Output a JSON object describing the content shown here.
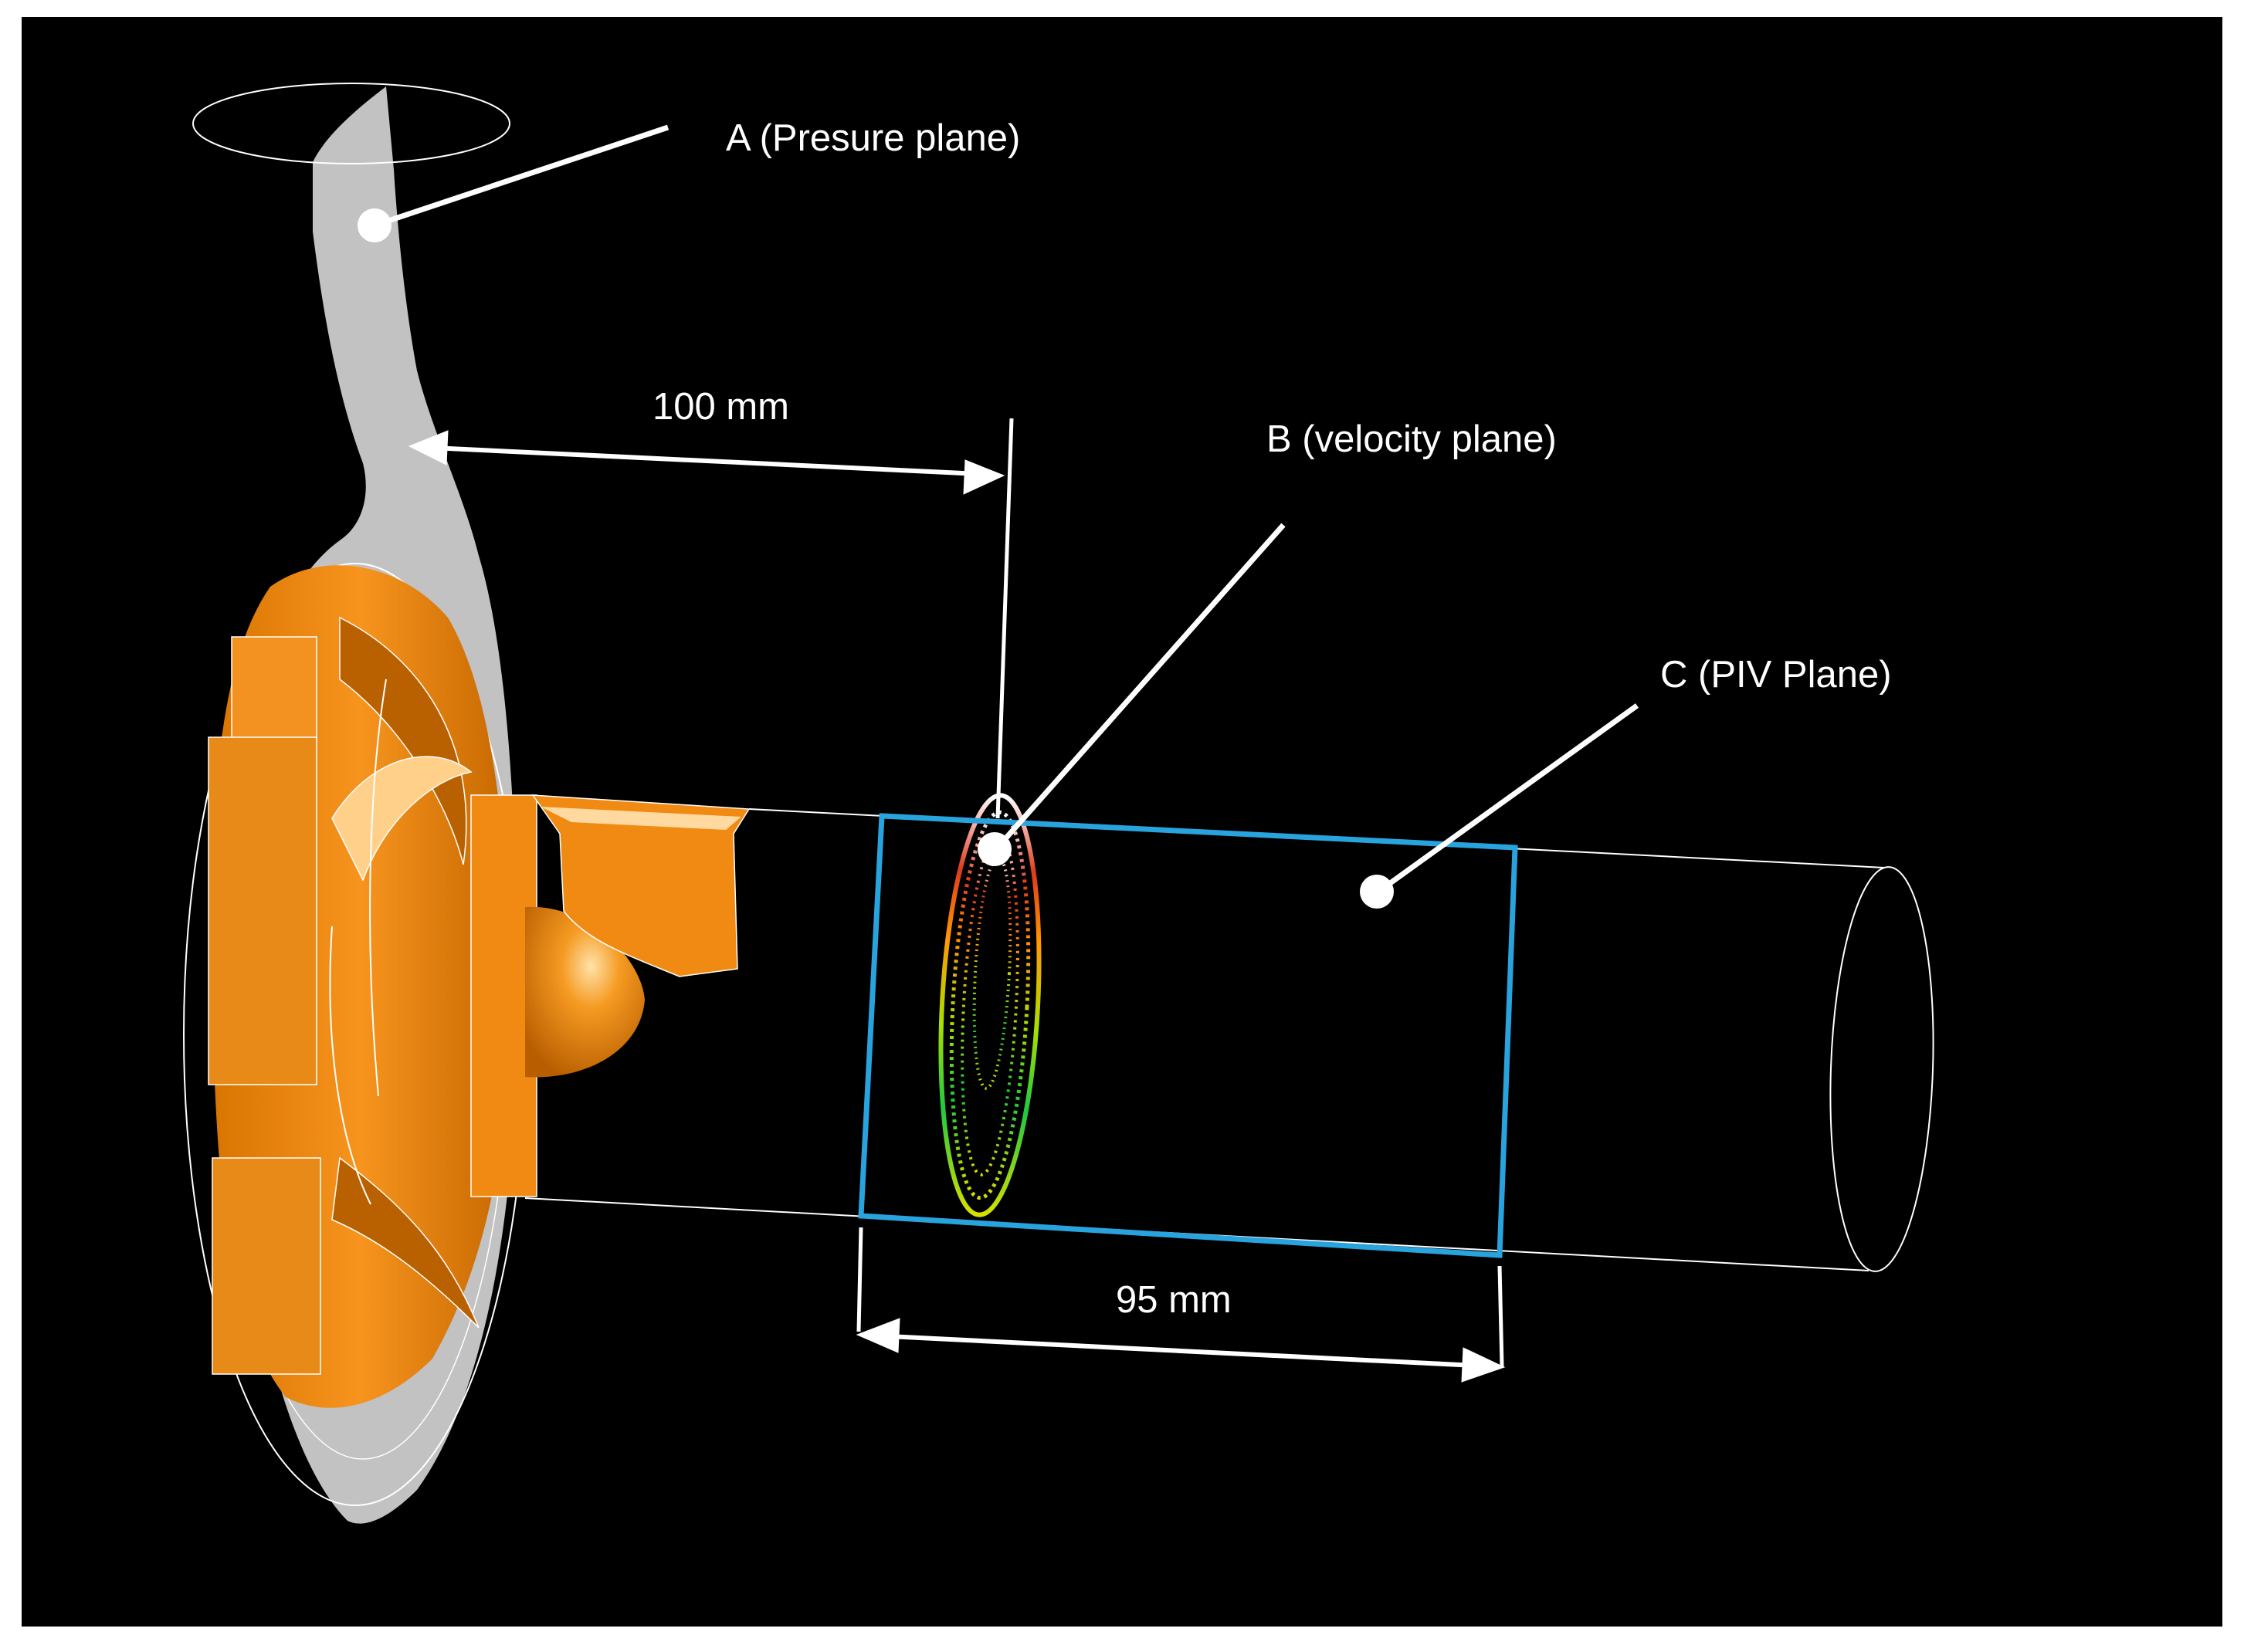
{
  "labels": {
    "plane_a": "A (Presure plane)",
    "plane_b": "B (velocity plane)",
    "plane_c": "C (PIV Plane)",
    "dim_100": "100 mm",
    "dim_95": "95 mm"
  },
  "colors": {
    "background": "#000000",
    "frame": "#ffffff",
    "impeller": "#f08a12",
    "volute": "#c0c0c0",
    "piv_plane": "#29a3dd",
    "annotation": "#ffffff"
  }
}
